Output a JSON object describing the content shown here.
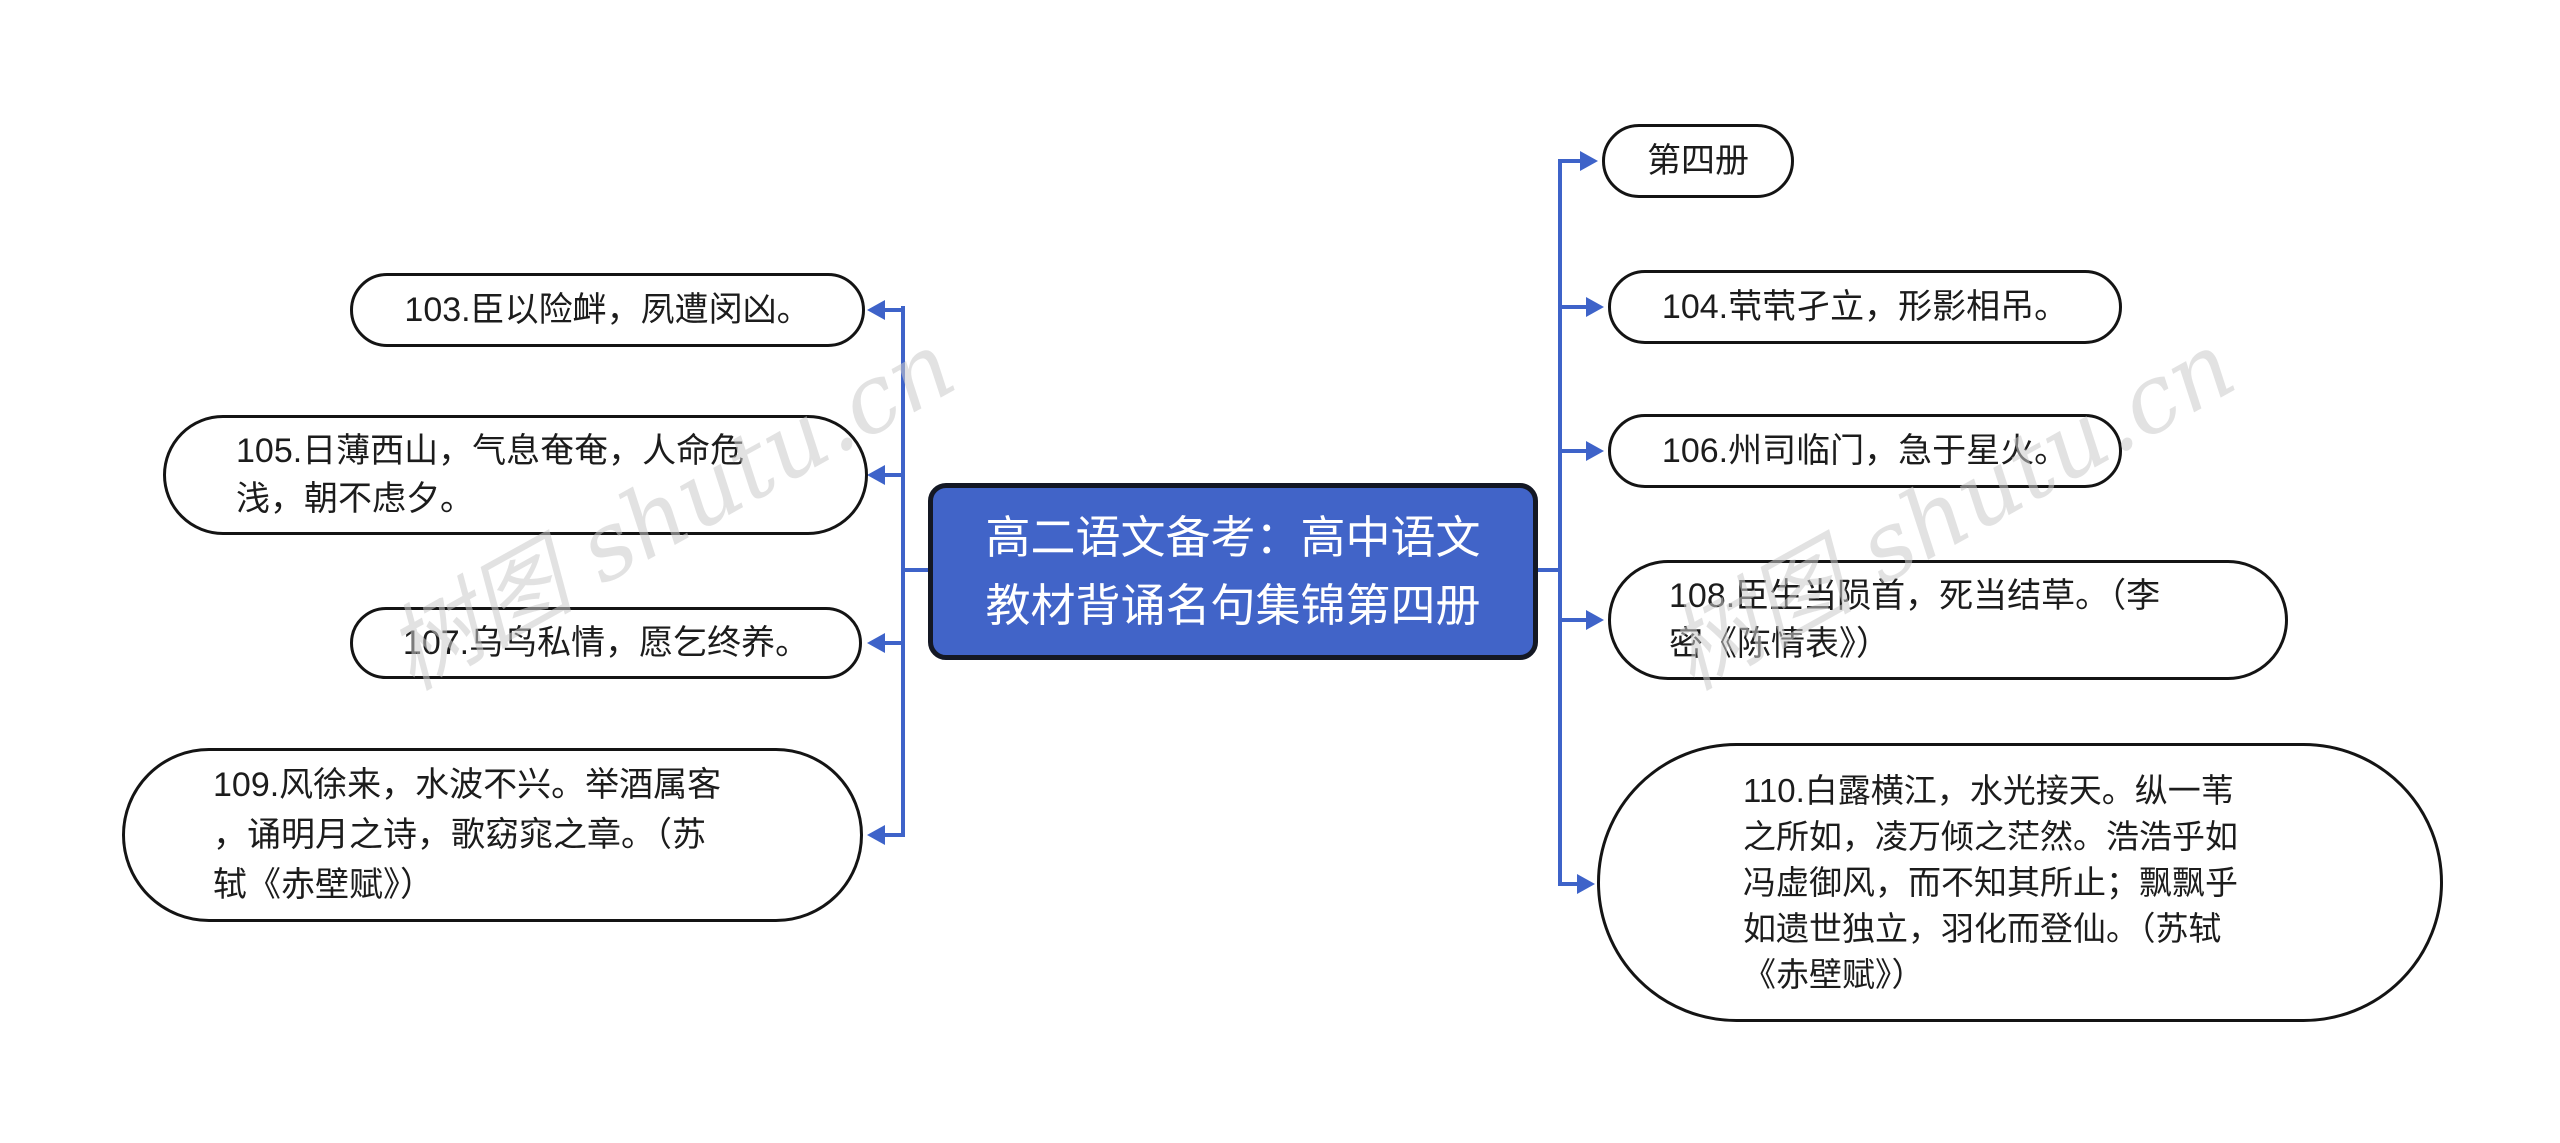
{
  "title": "高二语文备考：高中语文教材背诵名句集锦第四册",
  "central_node": {
    "text": "高二语文备考：高中语文\n教材背诵名句集锦第四册"
  },
  "left_nodes": [
    {
      "id": "103",
      "text": "103.臣以险衅，夙遭闵凶。"
    },
    {
      "id": "105",
      "text": "105.日薄西山，气息奄奄，人命危\n浅，朝不虑夕。"
    },
    {
      "id": "107",
      "text": "107.乌鸟私情，愿乞终养。"
    },
    {
      "id": "109",
      "text": "109.风徐来，水波不兴。举酒属客\n，诵明月之诗，歌窈窕之章。（苏\n轼《赤壁赋》）"
    }
  ],
  "right_nodes": [
    {
      "id": "book4",
      "text": "第四册"
    },
    {
      "id": "104",
      "text": "104.茕茕孑立，形影相吊。"
    },
    {
      "id": "106",
      "text": "106.州司临门，急于星火。"
    },
    {
      "id": "108",
      "text": "108.臣生当陨首，死当结草。（李\n密《陈情表》）"
    },
    {
      "id": "110",
      "text": "110.白露横江，水光接天。纵一苇\n之所如，凌万倾之茫然。浩浩乎如\n冯虚御风，而不知其所止；飘飘乎\n如遗世独立，羽化而登仙。（苏轼\n《赤壁赋》）"
    }
  ],
  "watermark": {
    "text": "树图 shutu.cn"
  },
  "colors": {
    "central_fill": "#4164c8",
    "central_border": "#141824",
    "central_text": "#ffffff",
    "connector": "#3e63c9",
    "node_border": "#141414",
    "node_fill": "#ffffff",
    "node_text": "#1c1c1c",
    "watermark": "#cccccc",
    "background": "#ffffff"
  }
}
